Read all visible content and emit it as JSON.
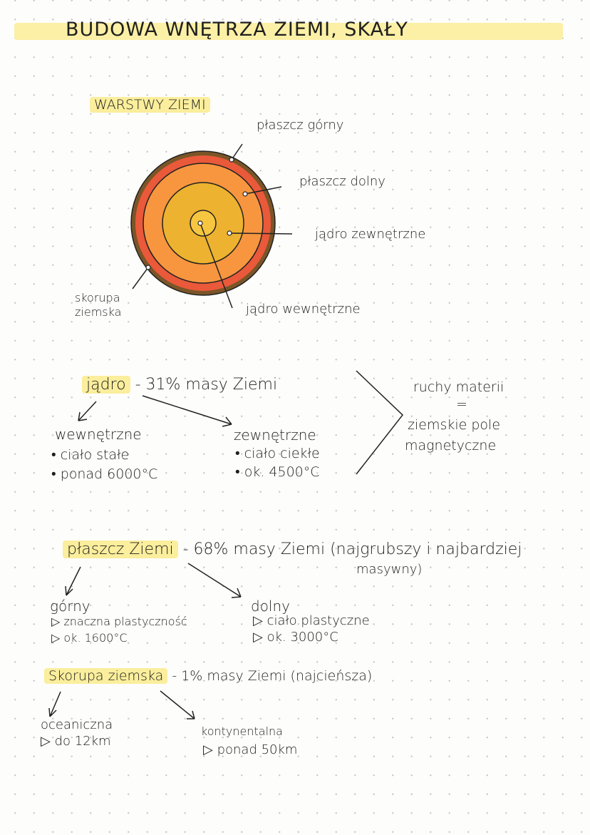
{
  "title": "BUDOWA WNĘTRZA ZIEMI, SKAŁY",
  "layers": {
    "heading": "WARSTWY ZIEMI",
    "labels": {
      "upper_mantle": "płaszcz górny",
      "lower_mantle": "płaszcz dolny",
      "outer_core": "jądro zewnętrzne",
      "inner_core": "jądro wewnętrzne",
      "crust_line1": "skorupa",
      "crust_line2": "ziemska"
    },
    "colors": {
      "crust": "#7a5527",
      "upper_mantle": "#e9593a",
      "lower_mantle": "#f7963f",
      "outer_core": "#edb22f",
      "inner_core": "#f7c640",
      "highlight": "#fbee9c"
    }
  },
  "core": {
    "term": "jądro",
    "desc": "- 31% masy Ziemi",
    "inner": {
      "name": "wewnętrzne",
      "items": [
        "• ciało stałe",
        "• ponad 6000°C"
      ]
    },
    "outer": {
      "name": "zewnętrzne",
      "items": [
        "• ciało ciekłe",
        "• ok. 4500°C"
      ]
    },
    "result": {
      "line1": "ruchy materii",
      "eq": "=",
      "line2": "ziemskie pole",
      "line3": "magnetyczne"
    }
  },
  "mantle": {
    "term": "płaszcz Ziemi",
    "desc": "- 68% masy Ziemi (najgrubszy i najbardziej",
    "desc2": "masywny)",
    "upper": {
      "name": "górny",
      "items": [
        "▷ znaczna plastyczność",
        "▷ ok. 1600°C"
      ]
    },
    "lower": {
      "name": "dolny",
      "items": [
        "▷ ciało plastyczne",
        "▷ ok. 3000°C"
      ]
    }
  },
  "crust": {
    "term": "Skorupa ziemska",
    "desc": "- 1% masy Ziemi (najcieńsza)",
    "oceanic": {
      "name": "oceaniczna",
      "items": [
        "▷ do 12km"
      ]
    },
    "continental": {
      "name": "kontynentalna",
      "items": [
        "▷ ponad 50km"
      ]
    }
  }
}
